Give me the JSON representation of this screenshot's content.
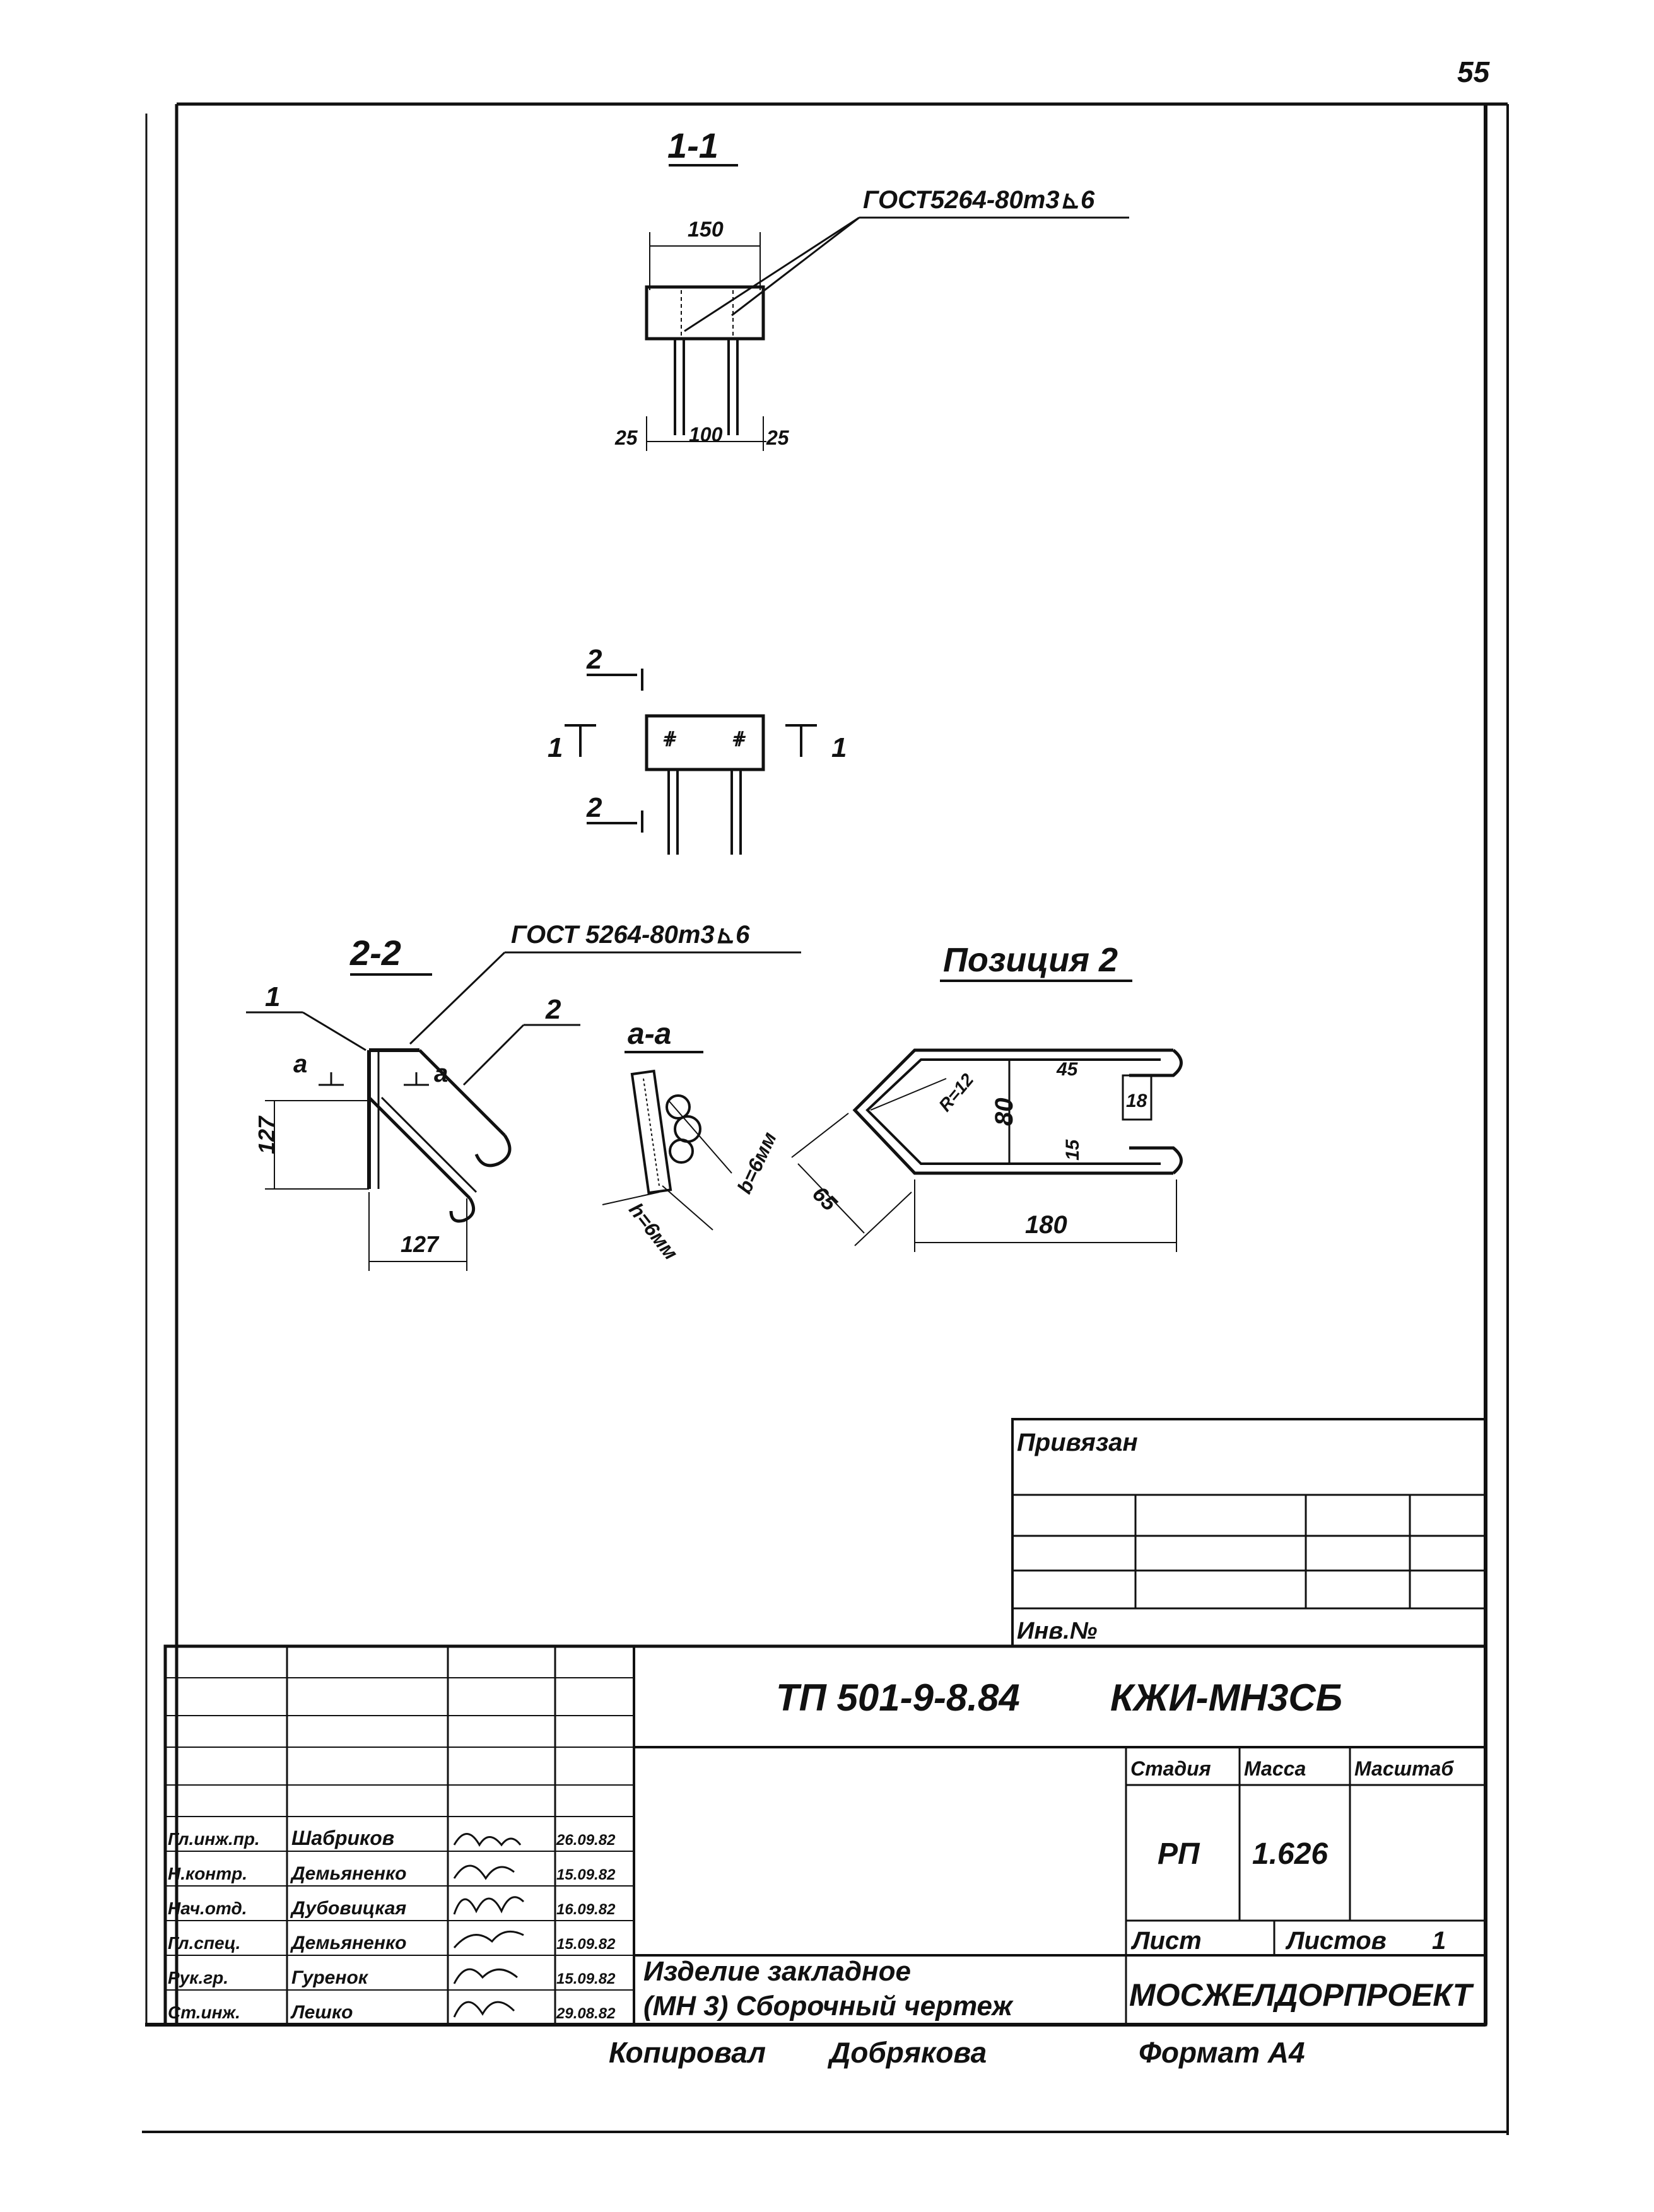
{
  "sheet": {
    "page_number": "55",
    "colors": {
      "ink": "#111111",
      "paper": "#ffffff"
    }
  },
  "sections": {
    "s11": {
      "title": "1-1",
      "weld_note": "ГОСТ5264-80т3⊾6",
      "dim_width": "150",
      "dim_left": "25",
      "dim_mid": "100",
      "dim_right": "25"
    },
    "plan": {
      "cut2_top": "2",
      "cut2_bottom": "2",
      "cut1_left": "1",
      "cut1_right": "1"
    },
    "s22": {
      "title": "2-2",
      "weld_note": "ГОСТ 5264-80т3⊾6",
      "pos1": "1",
      "pos2": "2",
      "mark_a_left": "a",
      "mark_a_right": "a",
      "dim_vertical": "127",
      "dim_horizontal": "127"
    },
    "saa": {
      "title": "a-a",
      "dim_b": "b=6мм",
      "dim_h": "h=6мм"
    },
    "pos2": {
      "title": "Позиция 2",
      "dim_r": "R=12",
      "dim_height": "80",
      "dim_small_top": "45",
      "dim_slot": "18",
      "dim_small_bottom": "15",
      "dim_diag": "65",
      "dim_length": "180"
    }
  },
  "binding": {
    "title": "Привязан",
    "inv": "Инв.№"
  },
  "title_block": {
    "doc_code": "ТП 501-9-8.84",
    "doc_mark": "КЖИ-МН3СБ",
    "headers": {
      "stage": "Стадия",
      "mass": "Масса",
      "scale": "Масштаб"
    },
    "stage": "РП",
    "mass": "1.626",
    "sheet_label": "Лист",
    "sheets_label": "Листов",
    "sheets_count": "1",
    "name_line1": "Изделие закладное",
    "name_line2": "(МН 3) Сборочный чертеж",
    "org": "МОСЖЕЛДОРПРОЕКТ",
    "signatures": [
      {
        "role": "Гл.инж.пр.",
        "name": "Шабриков",
        "date": "26.09.82"
      },
      {
        "role": "Н.контр.",
        "name": "Демьяненко",
        "date": "15.09.82"
      },
      {
        "role": "Нач.отд.",
        "name": "Дубовицкая",
        "date": "16.09.82"
      },
      {
        "role": "Гл.спец.",
        "name": "Демьяненко",
        "date": "15.09.82"
      },
      {
        "role": "Рук.гр.",
        "name": "Гуренок",
        "date": "15.09.82"
      },
      {
        "role": "Ст.инж.",
        "name": "Лешко",
        "date": "29.08.82"
      }
    ]
  },
  "footer": {
    "copied": "Копировал",
    "copier": "Добрякова",
    "format": "Формат А4"
  }
}
